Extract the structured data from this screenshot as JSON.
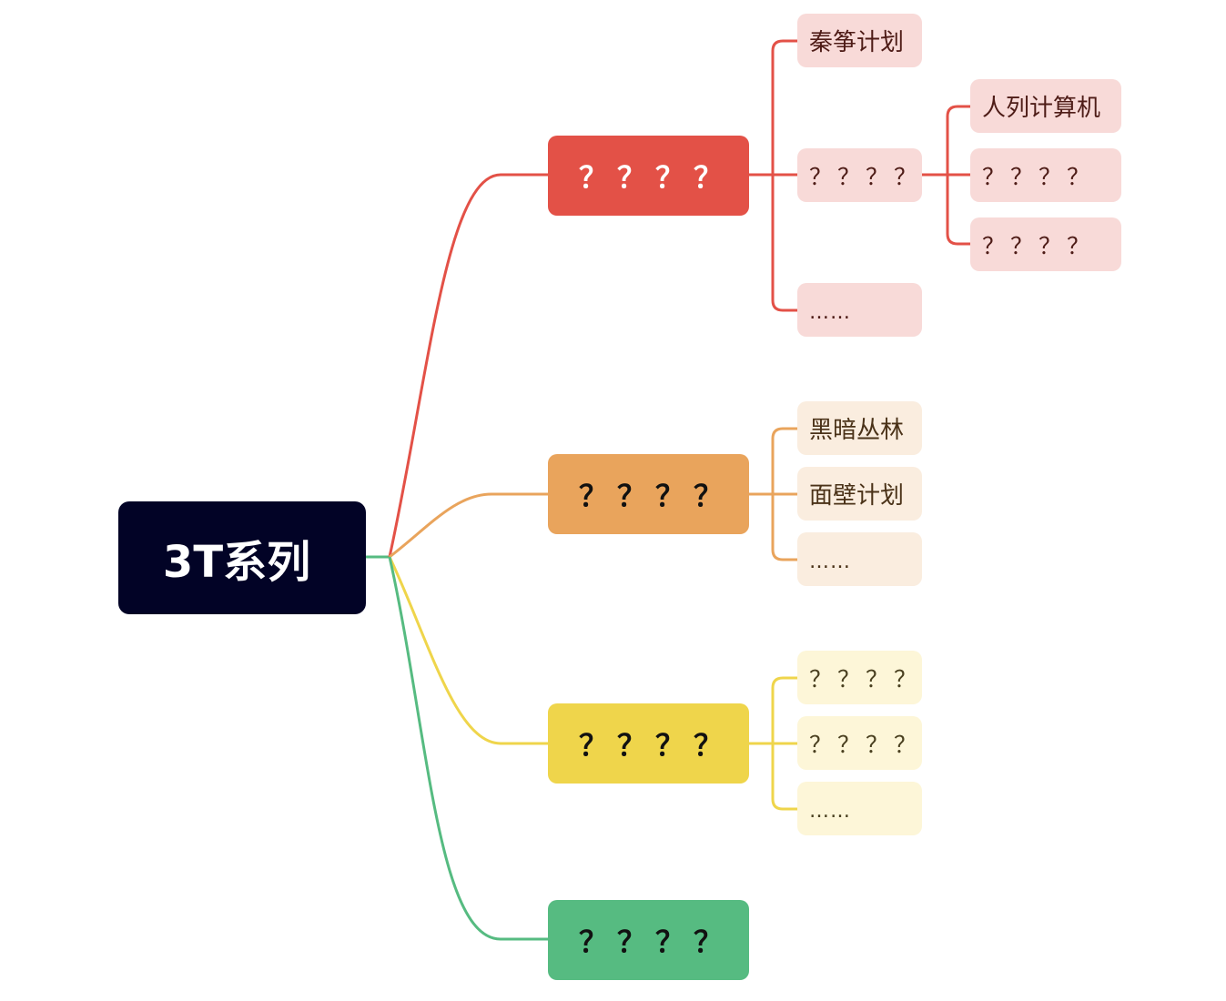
{
  "root": {
    "label": "3T系列"
  },
  "branches": [
    {
      "label": "？？？？",
      "color": "#e35147",
      "fill": "#f8dad8",
      "children": [
        {
          "label": "秦筝计划"
        },
        {
          "label": "？？？？",
          "children": [
            {
              "label": "人列计算机"
            },
            {
              "label": "？？？？"
            },
            {
              "label": "？？？？"
            }
          ]
        },
        {
          "label": "……"
        }
      ]
    },
    {
      "label": "？？？？",
      "color": "#e9a45c",
      "fill": "#faeddf",
      "children": [
        {
          "label": "黑暗丛林"
        },
        {
          "label": "面壁计划"
        },
        {
          "label": "……"
        }
      ]
    },
    {
      "label": "？？？？",
      "color": "#efd54b",
      "fill": "#fdf6d8",
      "children": [
        {
          "label": "？？？？"
        },
        {
          "label": "？？？？"
        },
        {
          "label": "……"
        }
      ]
    },
    {
      "label": "？？？？",
      "color": "#56bb81",
      "children": []
    }
  ],
  "root_link_color": "#56bb81"
}
